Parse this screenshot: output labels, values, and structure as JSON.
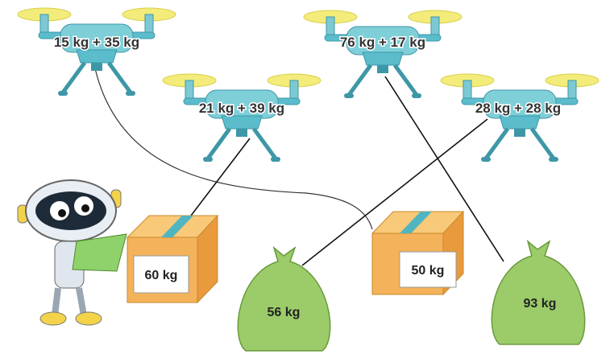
{
  "drones": [
    {
      "label": "15 kg + 35 kg"
    },
    {
      "label": "21 kg + 39 kg"
    },
    {
      "label": "76 kg + 17 kg"
    },
    {
      "label": "28 kg + 28 kg"
    }
  ],
  "loads": [
    {
      "type": "box",
      "label": "60 kg"
    },
    {
      "type": "box",
      "label": "50 kg"
    },
    {
      "type": "bag",
      "label": "56 kg"
    },
    {
      "type": "bag",
      "label": "93 kg"
    }
  ],
  "colors": {
    "drone": "#5bbccc",
    "propeller": "#f3ec7a",
    "box": "#f4b25a",
    "tape": "#4fb5c0",
    "bag": "#9ccc6a"
  }
}
